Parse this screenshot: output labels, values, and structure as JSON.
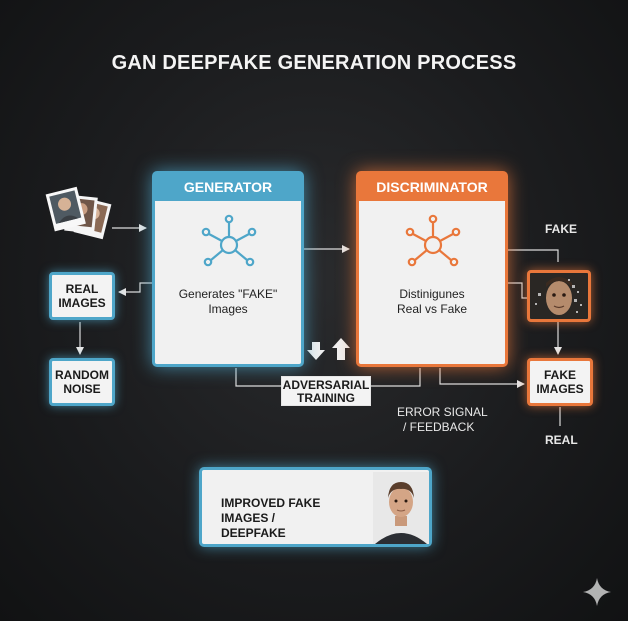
{
  "title": "GAN DEEPFAKE GENERATION PROCESS",
  "generator": {
    "header": "GENERATOR",
    "description_line1": "Generates \"FAKE\"",
    "description_line2": "Images"
  },
  "discriminator": {
    "header": "DISCRIMINATOR",
    "description_line1": "Distinigunes",
    "description_line2": "Real vs Fake"
  },
  "real_images": {
    "line1": "REAL",
    "line2": "IMAGES"
  },
  "random_noise": {
    "line1": "RANDOM",
    "line2": "NOISE"
  },
  "fake_images": {
    "line1": "FAKE",
    "line2": "IMAGES"
  },
  "adversarial": {
    "line1": "ADVERSARIAL",
    "line2": "TRAINING"
  },
  "labels": {
    "fake": "FAKE",
    "real": "REAL",
    "error_line1": "ERROR SIGNAL",
    "error_line2": "/ FEEDBACK"
  },
  "result": {
    "line1": "IMPROVED FAKE IMAGES /",
    "line2": "DEEPFAKE"
  },
  "colors": {
    "generator": "#4ea6c9",
    "discriminator": "#e9773b"
  },
  "icons": [
    "photo-stack-icon",
    "network-hub-icon",
    "distorted-face-icon",
    "face-portrait-icon",
    "sparkle-icon"
  ]
}
